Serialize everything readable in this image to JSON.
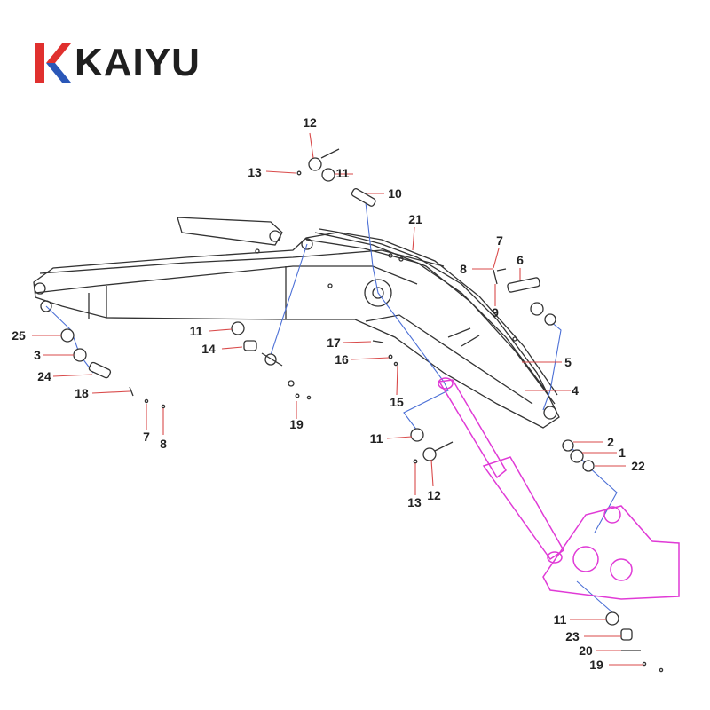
{
  "brand": {
    "name": "KAIYU",
    "logo_colors": {
      "red": "#e0302e",
      "blue": "#2a57b8"
    }
  },
  "colors": {
    "line": "#333333",
    "leader": "#d94a4a",
    "link": "#4b6fd6",
    "cylinder": "#e03ad6"
  },
  "callouts": [
    {
      "id": "c12a",
      "text": "12"
    },
    {
      "id": "c13a",
      "text": "13"
    },
    {
      "id": "c11a",
      "text": "11"
    },
    {
      "id": "c10",
      "text": "10"
    },
    {
      "id": "c21",
      "text": "21"
    },
    {
      "id": "c7a",
      "text": "7"
    },
    {
      "id": "c8a",
      "text": "8"
    },
    {
      "id": "c6",
      "text": "6"
    },
    {
      "id": "c9",
      "text": "9"
    },
    {
      "id": "c25",
      "text": "25"
    },
    {
      "id": "c11b",
      "text": "11"
    },
    {
      "id": "c14",
      "text": "14"
    },
    {
      "id": "c17",
      "text": "17"
    },
    {
      "id": "c3",
      "text": "3"
    },
    {
      "id": "c16",
      "text": "16"
    },
    {
      "id": "c5",
      "text": "5"
    },
    {
      "id": "c24",
      "text": "24"
    },
    {
      "id": "c4",
      "text": "4"
    },
    {
      "id": "c18",
      "text": "18"
    },
    {
      "id": "c15",
      "text": "15"
    },
    {
      "id": "c19a",
      "text": "19"
    },
    {
      "id": "c7b",
      "text": "7"
    },
    {
      "id": "c8b",
      "text": "8"
    },
    {
      "id": "c2",
      "text": "2"
    },
    {
      "id": "c11c",
      "text": "11"
    },
    {
      "id": "c1",
      "text": "1"
    },
    {
      "id": "c22",
      "text": "22"
    },
    {
      "id": "c13b",
      "text": "13"
    },
    {
      "id": "c12b",
      "text": "12"
    },
    {
      "id": "c11d",
      "text": "11"
    },
    {
      "id": "c23",
      "text": "23"
    },
    {
      "id": "c20",
      "text": "20"
    },
    {
      "id": "c19b",
      "text": "19"
    }
  ]
}
